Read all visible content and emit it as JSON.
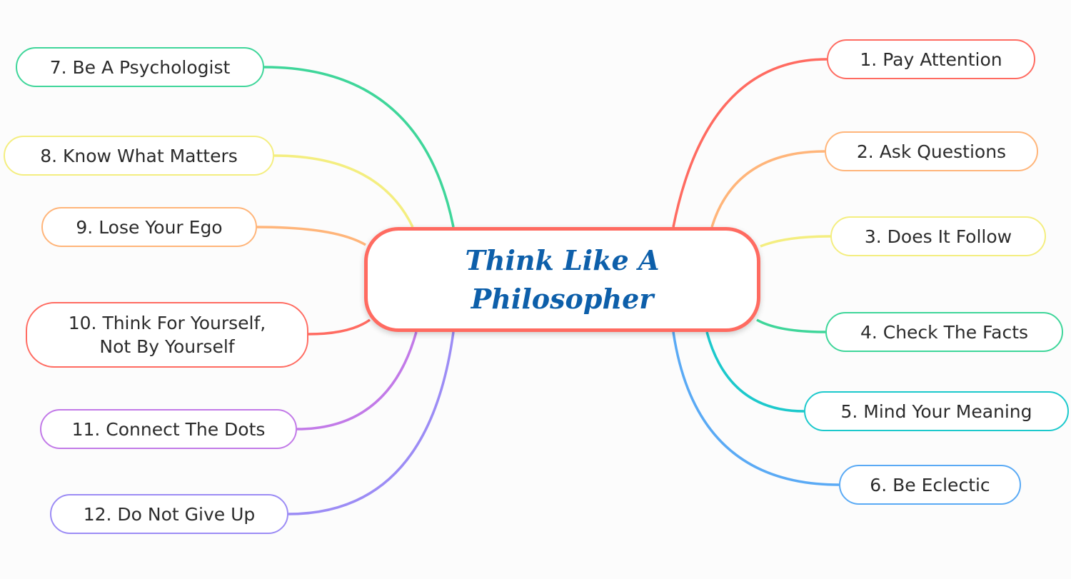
{
  "central_topic": "Think Like A Philosopher",
  "central_color": "#ff6b61",
  "title_color": "#0d5faa",
  "branches": [
    {
      "label": "1. Pay Attention",
      "color": "#ff6b61"
    },
    {
      "label": "2. Ask Questions",
      "color": "#ffb57a"
    },
    {
      "label": "3. Does It Follow",
      "color": "#f4ee80"
    },
    {
      "label": "4. Check The Facts",
      "color": "#3fd69a"
    },
    {
      "label": "5. Mind Your Meaning",
      "color": "#1cc9cc"
    },
    {
      "label": "6. Be Eclectic",
      "color": "#5aaaf5"
    },
    {
      "label": "7. Be A Psychologist",
      "color": "#3fd69a"
    },
    {
      "label": "8. Know What Matters",
      "color": "#f4ee80"
    },
    {
      "label": "9. Lose Your Ego",
      "color": "#ffb57a"
    },
    {
      "label": "10. Think For Yourself, Not By Yourself",
      "color": "#ff6b61"
    },
    {
      "label": "11. Connect The Dots",
      "color": "#c27ae8"
    },
    {
      "label": "12. Do Not Give Up",
      "color": "#9c8cf5"
    }
  ]
}
